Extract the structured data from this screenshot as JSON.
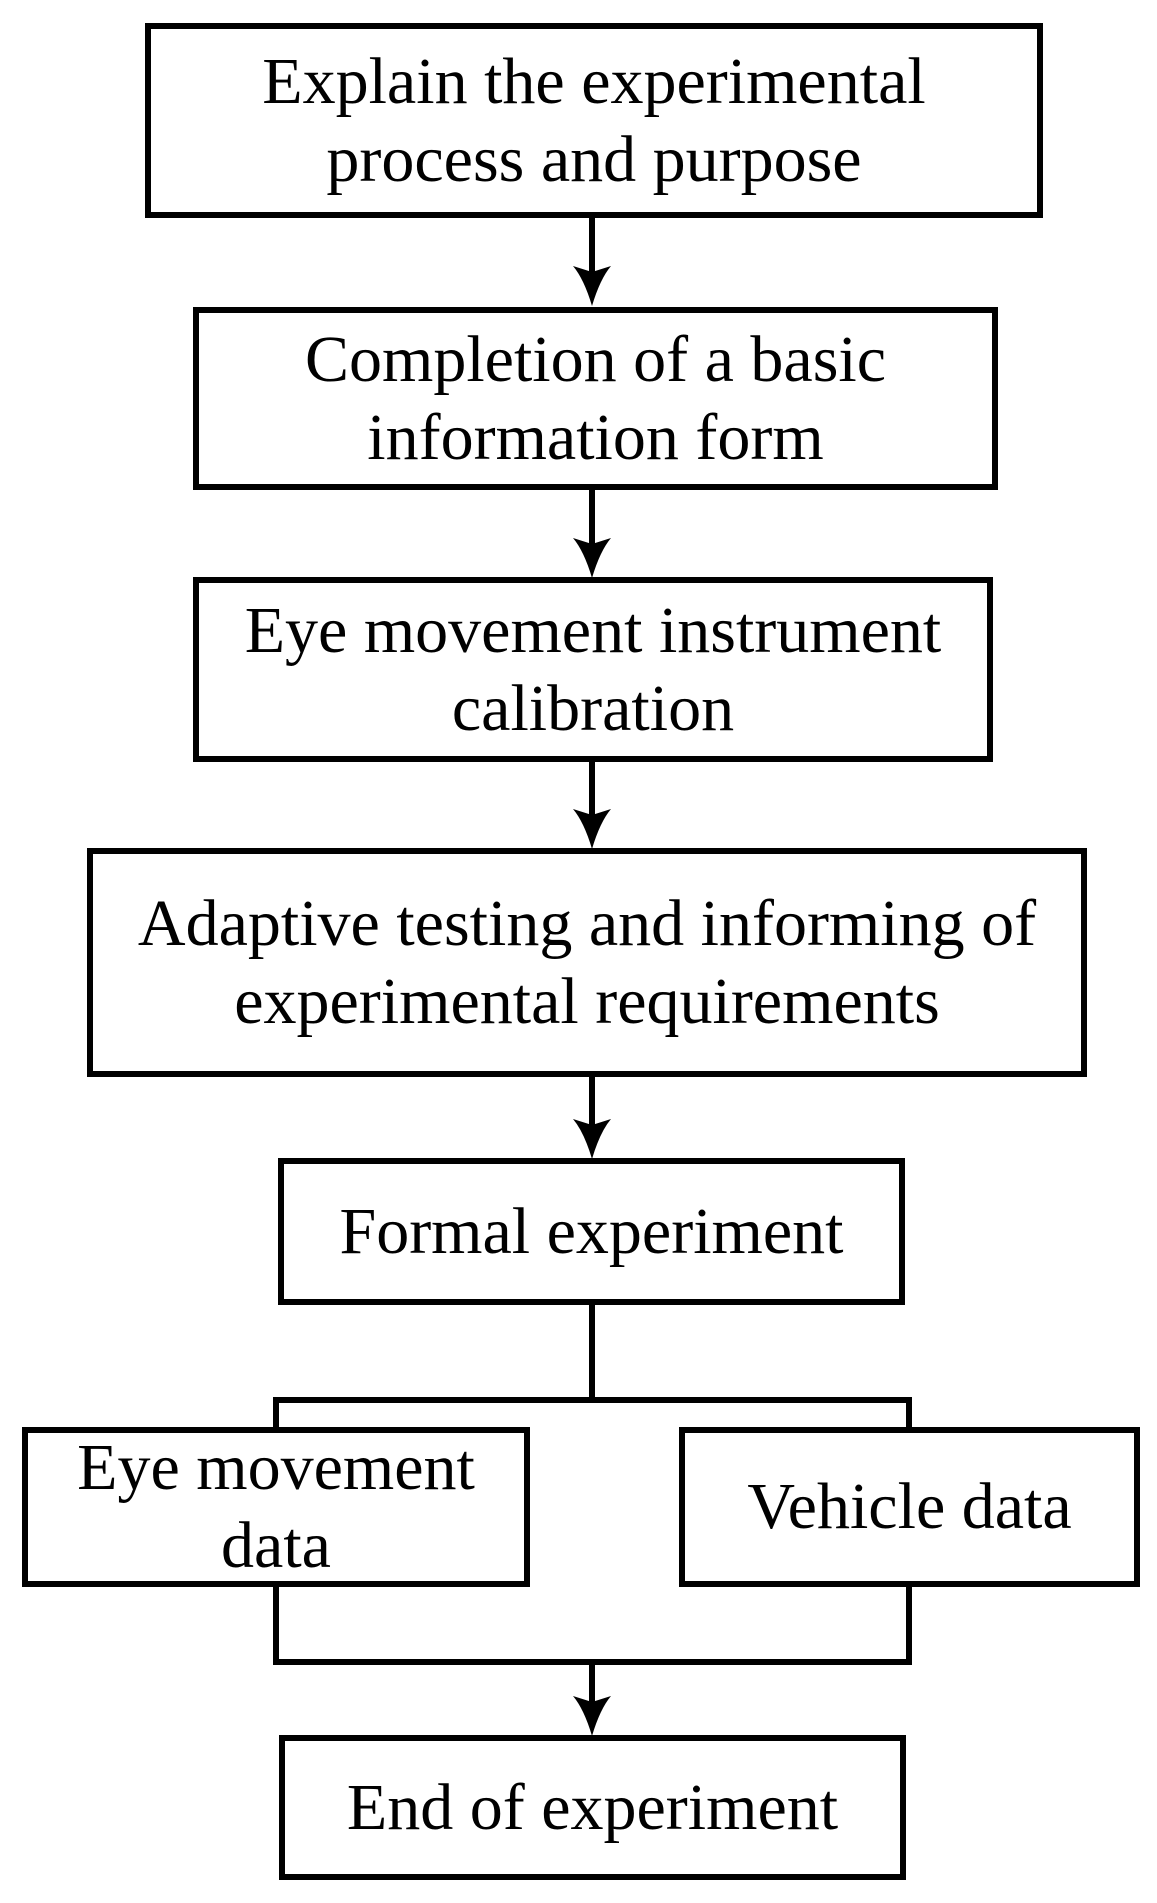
{
  "diagram": {
    "type": "flowchart",
    "colors": {
      "background": "#ffffff",
      "line": "#000000",
      "text": "#000000",
      "node_fill": "#ffffff"
    },
    "nodes": [
      {
        "id": "explain-process",
        "label": "Explain the experimental\nprocess and purpose"
      },
      {
        "id": "basic-info-form",
        "label": "Completion of a basic\ninformation form"
      },
      {
        "id": "eye-calibration",
        "label": "Eye movement instrument\ncalibration"
      },
      {
        "id": "adaptive-testing",
        "label": "Adaptive testing and informing of\nexperimental requirements"
      },
      {
        "id": "formal-experiment",
        "label": "Formal experiment"
      },
      {
        "id": "eye-movement-data",
        "label": "Eye movement\ndata"
      },
      {
        "id": "vehicle-data",
        "label": "Vehicle data"
      },
      {
        "id": "end-of-experiment",
        "label": "End of experiment"
      }
    ],
    "edges": [
      {
        "from": "explain-process",
        "to": "basic-info-form",
        "arrow": true
      },
      {
        "from": "basic-info-form",
        "to": "eye-calibration",
        "arrow": true
      },
      {
        "from": "eye-calibration",
        "to": "adaptive-testing",
        "arrow": true
      },
      {
        "from": "adaptive-testing",
        "to": "formal-experiment",
        "arrow": true
      },
      {
        "from": "formal-experiment",
        "to": "eye-movement-data",
        "arrow": false
      },
      {
        "from": "formal-experiment",
        "to": "vehicle-data",
        "arrow": false
      },
      {
        "from": "eye-movement-data",
        "to": "end-of-experiment",
        "arrow": true
      },
      {
        "from": "vehicle-data",
        "to": "end-of-experiment",
        "arrow": true
      }
    ]
  }
}
